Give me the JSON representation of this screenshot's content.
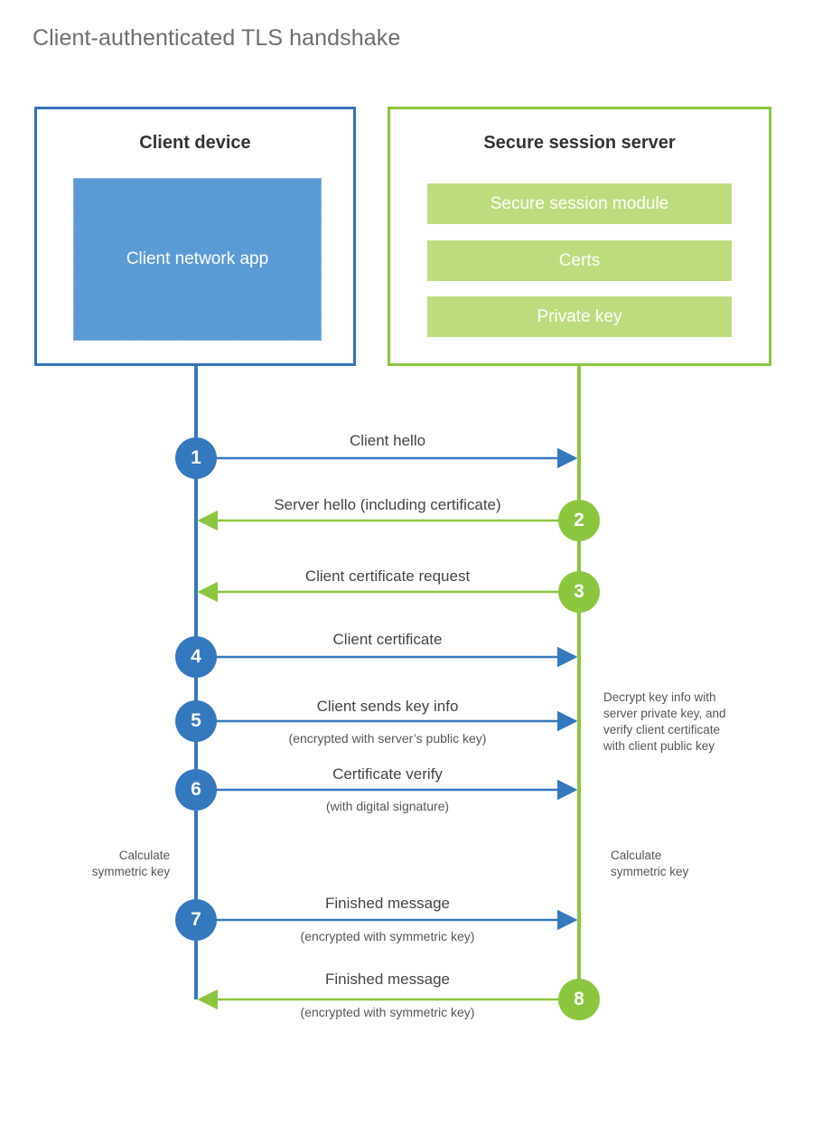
{
  "title": "Client-authenticated TLS handshake",
  "colors": {
    "client_blue": "#3573b9",
    "client_circle_blue": "#3478be",
    "client_app_fill": "#5b9bd5",
    "server_green": "#8cc63e",
    "server_bar_fill": "#bddc7e",
    "text_dark": "#333333",
    "label_gray": "#444444",
    "title_gray": "#6d6e71"
  },
  "client": {
    "title": "Client device",
    "app_label": "Client network app"
  },
  "server": {
    "title": "Secure session server",
    "modules": [
      {
        "label": "Secure session module"
      },
      {
        "label": "Certs"
      },
      {
        "label": "Private key"
      }
    ]
  },
  "steps": [
    {
      "number": "1",
      "label": "Client hello",
      "sublabel": "",
      "direction": "client-to-server",
      "color": "blue"
    },
    {
      "number": "2",
      "label": "Server hello (including certificate)",
      "sublabel": "",
      "direction": "server-to-client",
      "color": "green"
    },
    {
      "number": "3",
      "label": "Client certificate request",
      "sublabel": "",
      "direction": "server-to-client",
      "color": "green"
    },
    {
      "number": "4",
      "label": "Client certificate",
      "sublabel": "",
      "direction": "client-to-server",
      "color": "blue"
    },
    {
      "number": "5",
      "label": "Client sends key info",
      "sublabel": "(encrypted with server’s public key)",
      "direction": "client-to-server",
      "color": "blue"
    },
    {
      "number": "6",
      "label": "Certificate verify",
      "sublabel": "(with digital signature)",
      "direction": "client-to-server",
      "color": "blue"
    },
    {
      "number": "7",
      "label": "Finished message",
      "sublabel": "(encrypted with symmetric key)",
      "direction": "client-to-server",
      "color": "blue"
    },
    {
      "number": "8",
      "label": "Finished message",
      "sublabel": "(encrypted with symmetric key)",
      "direction": "server-to-client",
      "color": "green"
    }
  ],
  "annotations": {
    "server_decrypt": "Decrypt key info with server private key, and verify client certificate with client public key",
    "server_decrypt_lines": [
      "Decrypt key info with",
      "server private key, and",
      "verify client certificate",
      "with client public key"
    ],
    "client_calc_lines": [
      "Calculate",
      "symmetric key"
    ],
    "server_calc_lines": [
      "Calculate",
      "symmetric key"
    ]
  }
}
